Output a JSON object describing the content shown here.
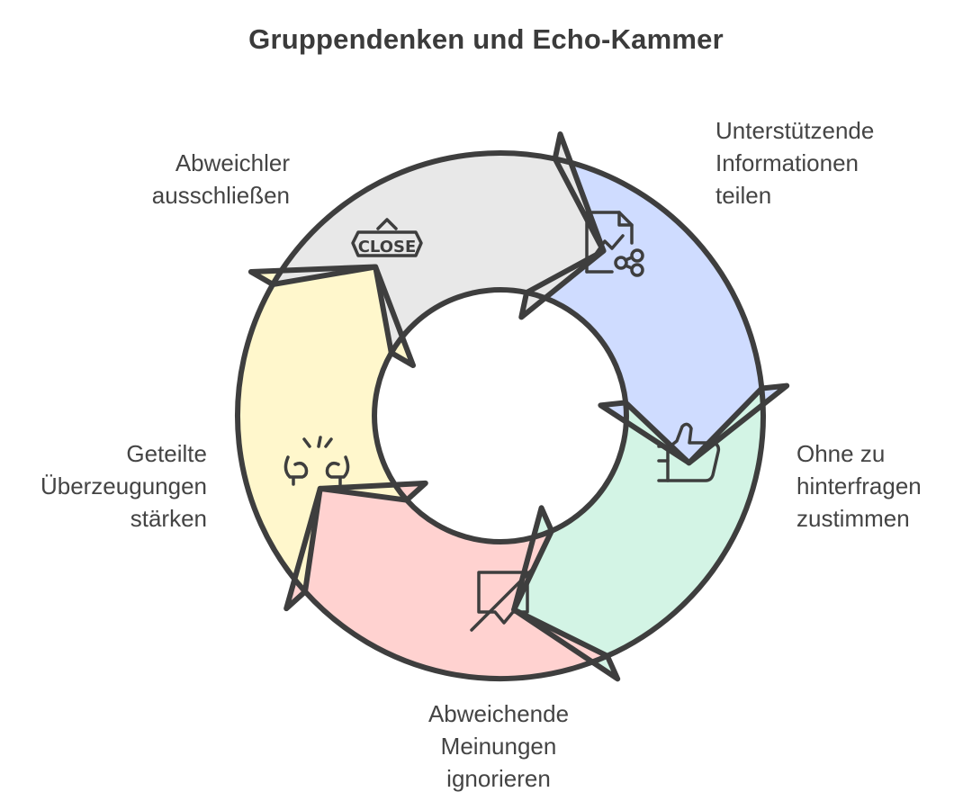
{
  "title": "Gruppendenken und Echo-Kammer",
  "steps": [
    {
      "id": "share",
      "label_lines": [
        "Unterstützende",
        "Informationen",
        "teilen"
      ],
      "icon": "chart-share-icon",
      "color": "#cfdcff"
    },
    {
      "id": "agree",
      "label_lines": [
        "Ohne zu",
        "hinterfragen",
        "zustimmen"
      ],
      "icon": "thumbs-up-icon",
      "color": "#d3f4e5"
    },
    {
      "id": "ignore",
      "label_lines": [
        "Abweichende",
        "Meinungen",
        "ignorieren"
      ],
      "icon": "no-comment-icon",
      "color": "#ffd2d0"
    },
    {
      "id": "strengthen",
      "label_lines": [
        "Geteilte",
        "Überzeugungen",
        "stärken"
      ],
      "icon": "heads-talking-icon",
      "color": "#fff7cc"
    },
    {
      "id": "exclude",
      "label_lines": [
        "Abweichler",
        "ausschließen"
      ],
      "icon": "close-sign-icon",
      "color": "#e8e8e8"
    }
  ],
  "icons": {
    "close_sign_text": "CLOSE"
  }
}
